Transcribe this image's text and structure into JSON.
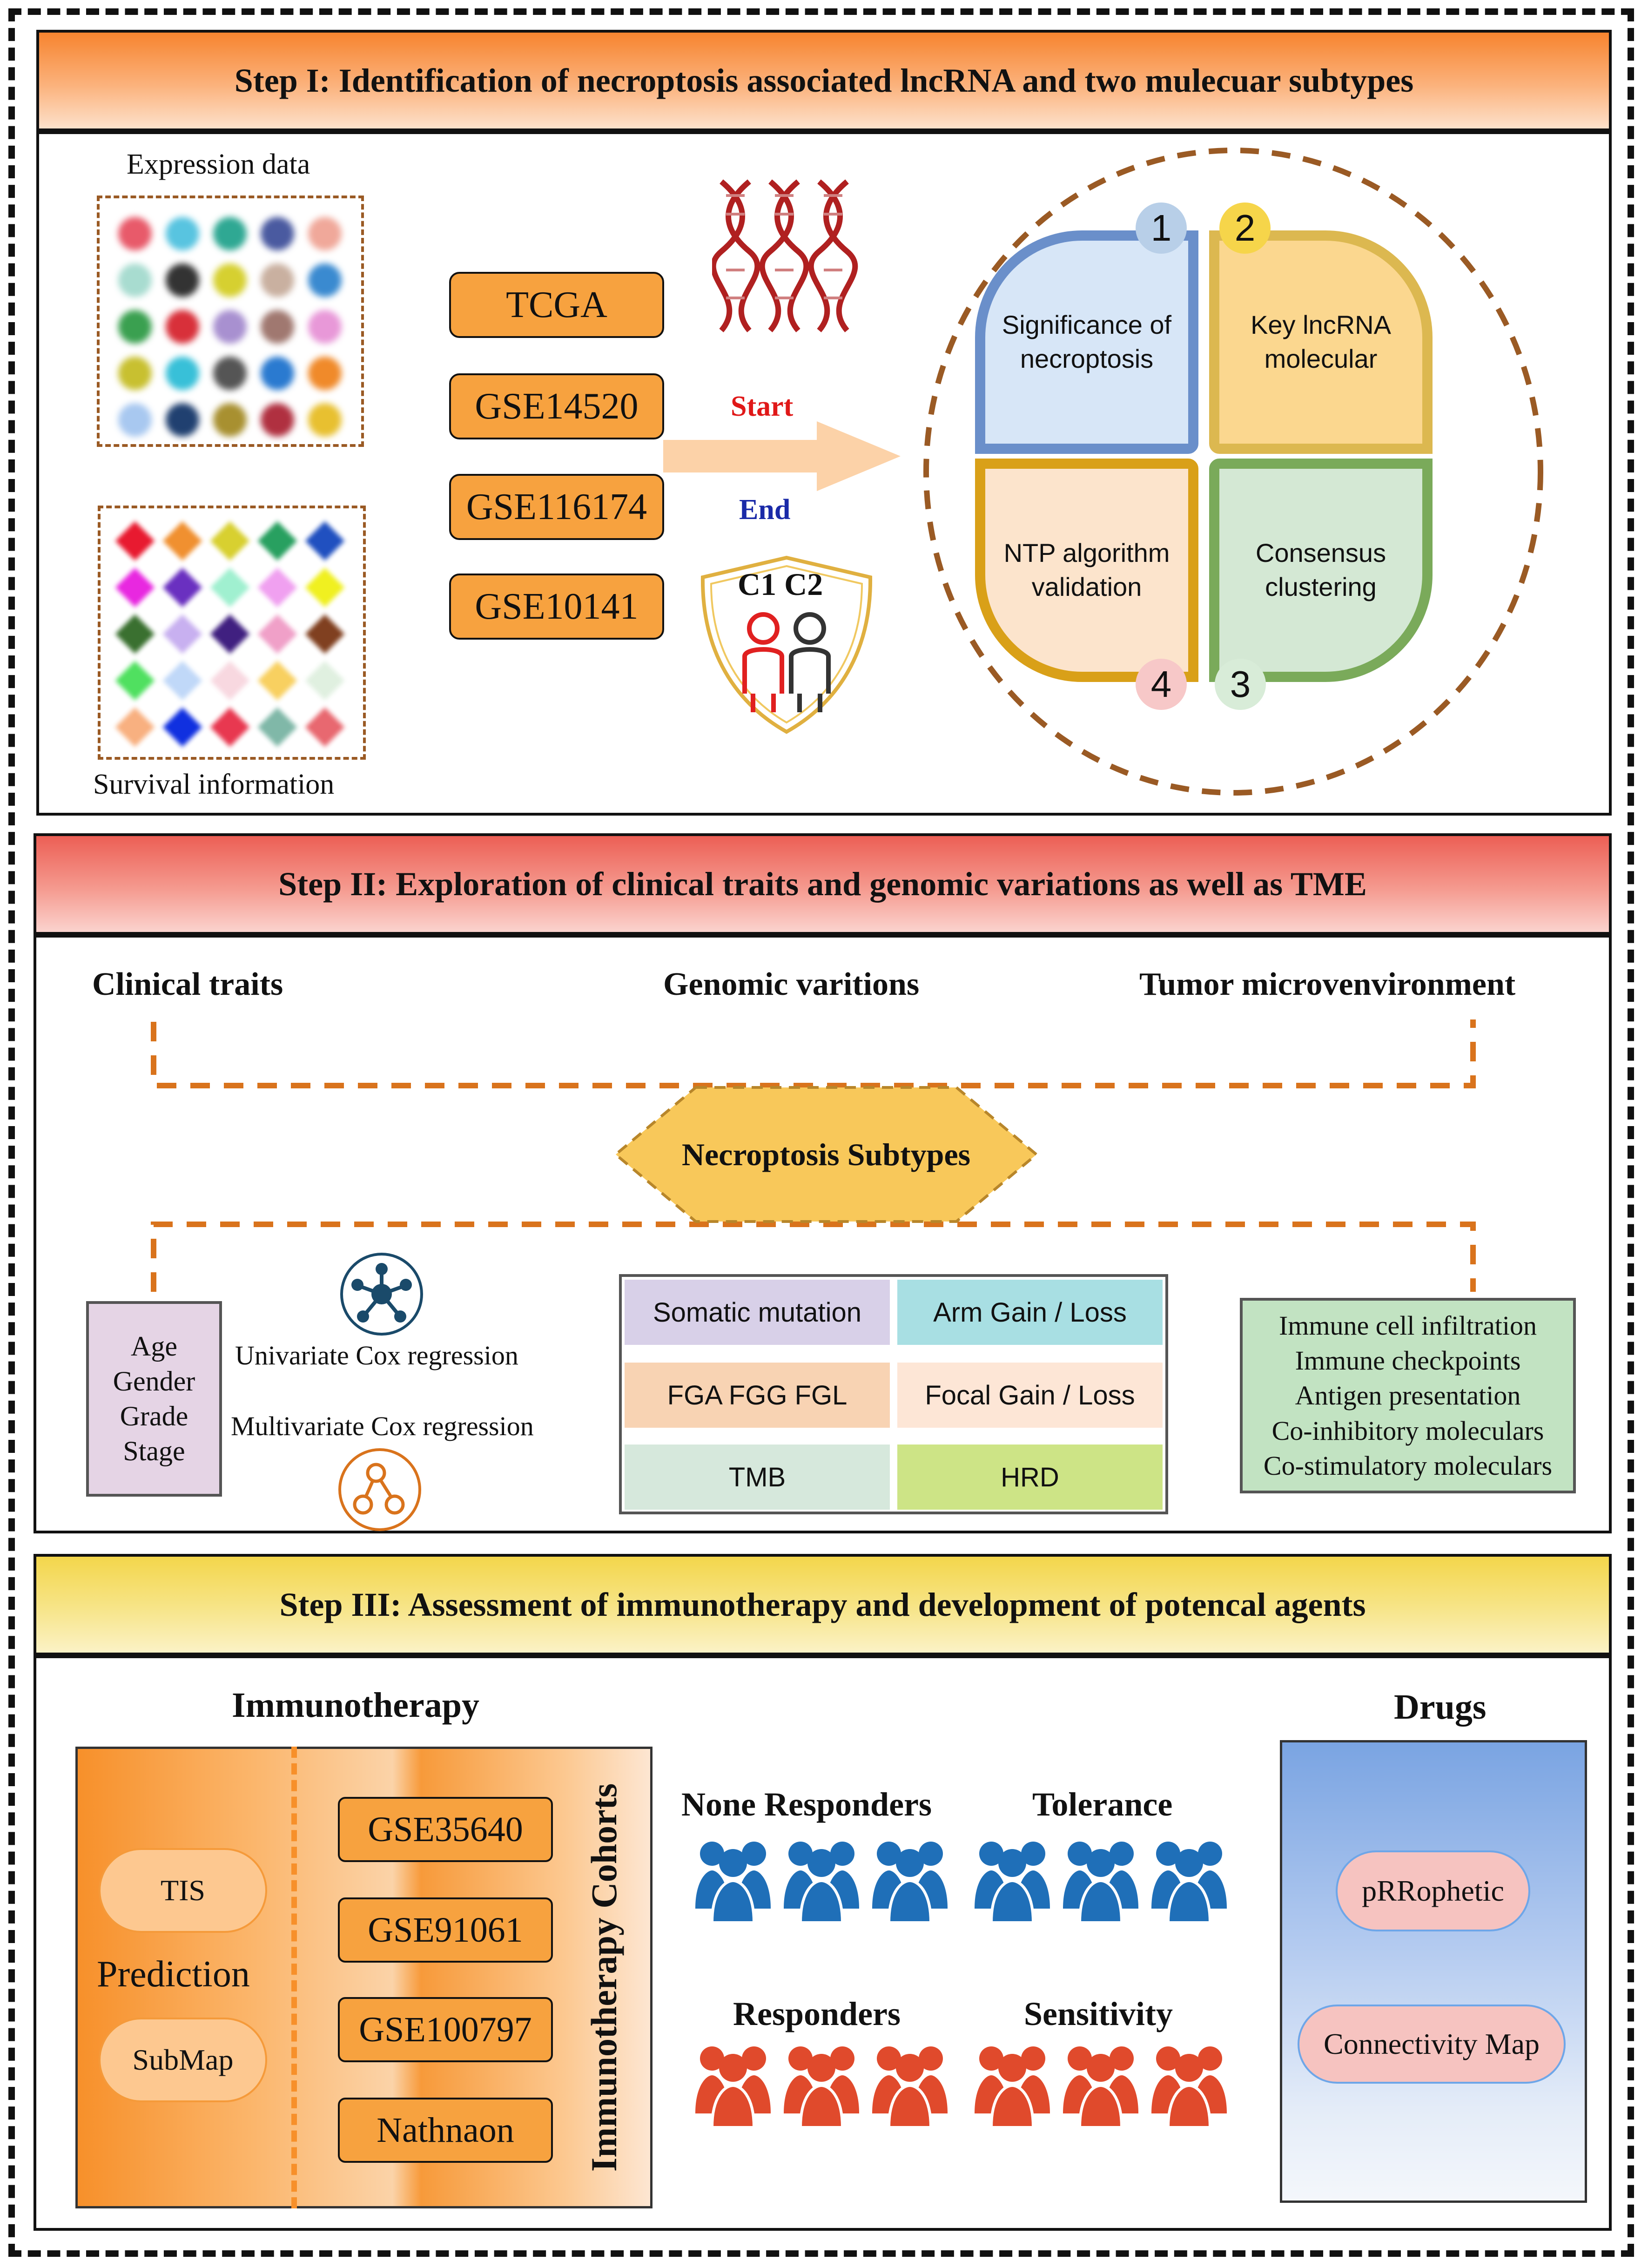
{
  "step1": {
    "title": "Step I: Identification of necroptosis associated lncRNA and two mulecuar subtypes",
    "expression_label": "Expression data",
    "survival_label": "Survival information",
    "datasets": [
      "TCGA",
      "GSE14520",
      "GSE116174",
      "GSE10141"
    ],
    "arrow_start": "Start",
    "arrow_end": "End",
    "shield_label": "C1 C2",
    "petals": [
      {
        "num": "1",
        "label": "Significance of necroptosis"
      },
      {
        "num": "2",
        "label": "Key lncRNA molecular"
      },
      {
        "num": "3",
        "label": "Consensus clustering"
      },
      {
        "num": "4",
        "label": "NTP algorithm validation"
      }
    ]
  },
  "step2": {
    "title": "Step II: Exploration of  clinical traits and genomic variations as well as TME",
    "clinical_header": "Clinical traits",
    "genomic_header": "Genomic varitions",
    "tme_header": "Tumor microvenvironment",
    "subtypes_label": "Necroptosis Subtypes",
    "clinical_items": [
      "Age",
      "Gender",
      "Grade",
      "Stage"
    ],
    "univariate": "Univariate Cox regression",
    "multivariate": "Multivariate Cox regression",
    "genomic_cells": [
      "Somatic mutation",
      "Arm Gain / Loss",
      "FGA FGG FGL",
      "Focal  Gain / Loss",
      "TMB",
      "HRD"
    ],
    "tme_items": [
      "Immune cell infiltration",
      "Immune checkpoints",
      "Antigen presentation",
      "Co-inhibitory moleculars",
      "Co-stimulatory moleculars"
    ]
  },
  "step3": {
    "title": "Step III: Assessment of immunotherapy and  development of potencal  agents",
    "immunotherapy_header": "Immunotherapy",
    "tis": "TIS",
    "prediction": "Prediction",
    "submap": "SubMap",
    "cohorts": [
      "GSE35640",
      "GSE91061",
      "GSE100797",
      "Nathnaon"
    ],
    "cohorts_label": "Immunotherapy Cohorts",
    "none_responders": "None Responders",
    "tolerance": "Tolerance",
    "responders": "Responders",
    "sensitivity": "Sensitivity",
    "drugs_header": "Drugs",
    "prrophetic": "pRRophetic",
    "cmap": "Connectivity Map"
  },
  "colors": {
    "nonresponder_icon": "#1f6fb8",
    "responder_icon": "#e04a2c",
    "dash_brown": "#9a5a24",
    "dash_orange": "#d9731c"
  }
}
